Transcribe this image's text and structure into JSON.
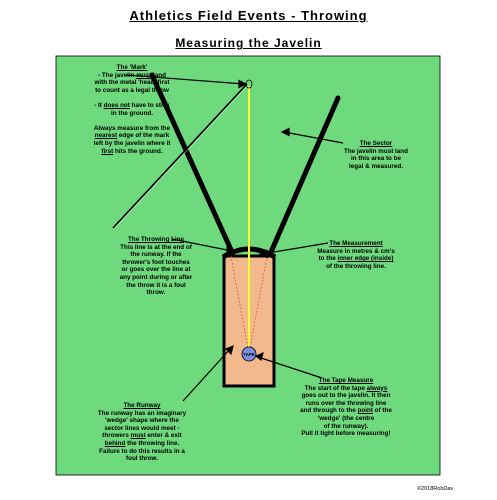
{
  "header": {
    "title": "Athletics Field Events - Throwing",
    "subtitle": "Measuring the Javelin"
  },
  "colors": {
    "field": "#6fd97d",
    "runway": "#f2b98c",
    "lines": "#000000",
    "measure_line": "#ffff33",
    "tape": "#7e8fe8"
  },
  "tape_label": "TAPE",
  "notes": {
    "mark": {
      "heading": "The 'Mark'",
      "lines": [
        [
          "- The javelin ",
          {
            "u": "must"
          },
          " land"
        ],
        [
          "with the metal 'head' first"
        ],
        [
          "to count as a legal throw"
        ],
        [
          ""
        ],
        [
          "- It ",
          {
            "u": "does not"
          },
          " have to stick"
        ],
        [
          "in the ground."
        ],
        [
          ""
        ],
        [
          "Always measure from the"
        ],
        [
          {
            "u": "nearest"
          },
          " edge of the mark"
        ],
        [
          "left by the javelin where it"
        ],
        [
          {
            "u": "first"
          },
          " hits the ground."
        ]
      ]
    },
    "sector": {
      "heading": "The Sector",
      "lines": [
        [
          "The javelin must land"
        ],
        [
          "in this area to be"
        ],
        [
          "legal & measured."
        ]
      ]
    },
    "throwing_line": {
      "heading": "The Throwing Line",
      "lines": [
        [
          "This line is at the end of"
        ],
        [
          "the runway.  If the"
        ],
        [
          "thrower's foot touches"
        ],
        [
          "or goes over the line at"
        ],
        [
          "any point during or after"
        ],
        [
          "the throw it is a foul"
        ],
        [
          "throw."
        ]
      ]
    },
    "measurement": {
      "heading": "The Measurement",
      "lines": [
        [
          "Measure in metres & cm's"
        ],
        [
          "to the ",
          {
            "u": "inner edge (inside)"
          }
        ],
        [
          "of the throwing line."
        ]
      ]
    },
    "runway": {
      "heading": "The Runway",
      "lines": [
        [
          "The runway has an imaginary"
        ],
        [
          "'wedge' shape where the"
        ],
        [
          "sector lines would meet -"
        ],
        [
          "throwers ",
          {
            "u": "must"
          },
          " enter & exit"
        ],
        [
          {
            "u": "behind"
          },
          " the throwing line."
        ],
        [
          "Failure to do this results in a"
        ],
        [
          "foul throw."
        ]
      ]
    },
    "tape_measure": {
      "heading": "The Tape Measure",
      "lines": [
        [
          "The start of the tape ",
          {
            "u": "always"
          }
        ],
        [
          "goes out to the javelin.  It then"
        ],
        [
          "runs over the throwing line"
        ],
        [
          "and through to the ",
          {
            "u": "point"
          },
          " of the"
        ],
        [
          "'wedge' (the centre"
        ],
        [
          "of the runway)."
        ],
        [
          "Pull it tight before measuring!"
        ]
      ]
    }
  },
  "copyright": "©2018RobDav"
}
